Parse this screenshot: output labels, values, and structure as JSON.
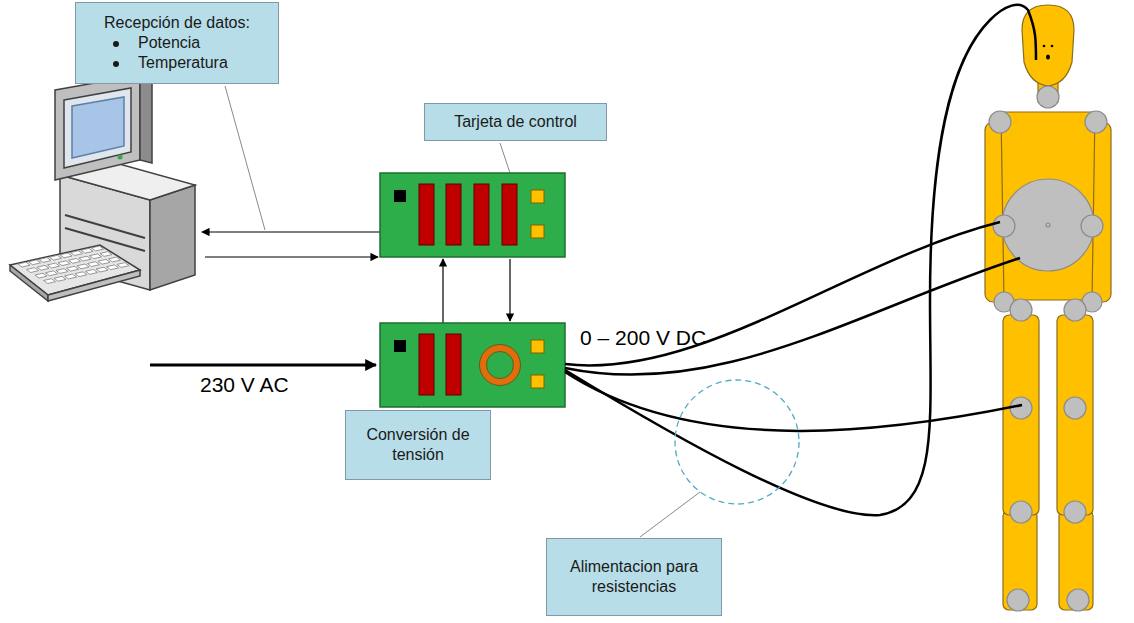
{
  "diagram": {
    "nodes": [
      {
        "text": [
          "Recepción de datos:",
          "Potencia",
          "Temperatura"
        ]
      },
      {
        "text": [
          "Tarjeta de control"
        ]
      },
      {
        "text": [
          "Conversión de tensión"
        ]
      },
      {
        "text": [
          "Alimentacion para resistencias"
        ]
      }
    ],
    "labels": [
      "230 V AC",
      "0 – 200 V DC"
    ]
  }
}
